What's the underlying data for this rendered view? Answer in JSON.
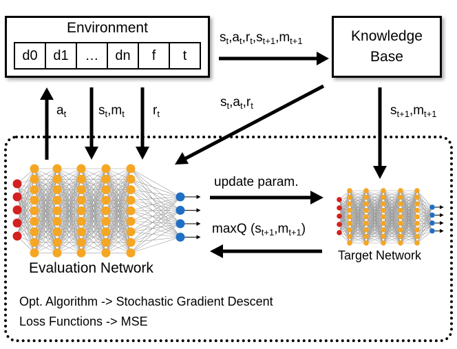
{
  "environment": {
    "title": "Environment",
    "cells": [
      "d0",
      "d1",
      "…",
      "dn",
      "f",
      "t"
    ]
  },
  "knowledge_base": {
    "label": "Knowledge\nBase"
  },
  "edges": {
    "env_to_kb": {
      "parts": [
        [
          "s",
          "t"
        ],
        [
          ",a",
          "t"
        ],
        [
          ",r",
          "t"
        ],
        [
          ",s",
          "t+1"
        ],
        [
          ",m",
          "t+1"
        ]
      ]
    },
    "kb_to_eval": {
      "parts": [
        [
          "s",
          "t"
        ],
        [
          ",a",
          "t"
        ],
        [
          ",r",
          "t"
        ]
      ]
    },
    "kb_to_target": {
      "parts": [
        [
          "s",
          "t+1"
        ],
        [
          ",m",
          "t+1"
        ]
      ]
    },
    "action": {
      "parts": [
        [
          "a",
          "t"
        ]
      ]
    },
    "state": {
      "parts": [
        [
          "s",
          "t"
        ],
        [
          ",m",
          "t"
        ]
      ]
    },
    "reward": {
      "parts": [
        [
          "r",
          "t"
        ]
      ]
    },
    "update": {
      "text": "update param."
    },
    "maxq": {
      "parts": [
        [
          "maxQ (s",
          "t+1"
        ],
        [
          ",m",
          "t+1"
        ],
        [
          ")",
          ""
        ]
      ]
    }
  },
  "networks": {
    "evaluation": "Evaluation Network",
    "target": "Target Network"
  },
  "training": {
    "algorithm": "Opt. Algorithm -> Stochastic Gradient Descent",
    "loss": "Loss Functions -> MSE"
  },
  "colors": {
    "input_node": "#d42020",
    "hidden_node": "#f5a623",
    "output_node": "#1f6fc5",
    "line": "#000000"
  }
}
